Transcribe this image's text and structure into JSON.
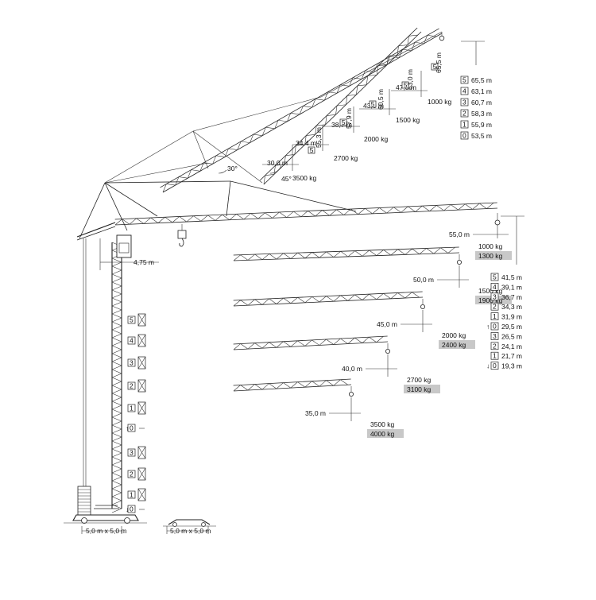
{
  "luffing": {
    "angle_30": "30°",
    "angle_45": "45°",
    "heights": [
      {
        "num": "5",
        "label": "65,5 m"
      },
      {
        "num": "4",
        "label": "63,1 m"
      },
      {
        "num": "3",
        "label": "60,7 m"
      },
      {
        "num": "2",
        "label": "58,3 m"
      },
      {
        "num": "1",
        "label": "55,9 m"
      },
      {
        "num": "0",
        "label": "53,5 m"
      }
    ],
    "hook_heights": [
      {
        "num": "5",
        "label": "65,5 m"
      },
      {
        "num": "5",
        "label": "63,0 m"
      },
      {
        "num": "5",
        "label": "60,5 m"
      },
      {
        "num": "5",
        "label": "57,9 m"
      },
      {
        "num": "5",
        "label": "55,3 m"
      }
    ],
    "radii": [
      {
        "label": "47,3 m",
        "load": "1000 kg"
      },
      {
        "label": "43,0 m",
        "load": "1500 kg"
      },
      {
        "label": "38,7 m",
        "load": "2000 kg"
      },
      {
        "label": "34,4 m",
        "load": "2700 kg"
      },
      {
        "label": "30,0 m",
        "load": "3500 kg"
      }
    ]
  },
  "horizontal": {
    "booms": [
      {
        "radius": "55,0 m",
        "load": "1000 kg",
        "load2": "1300 kg"
      },
      {
        "radius": "50,0 m",
        "load": "1500 kg",
        "load2": "1900 kg"
      },
      {
        "radius": "45,0 m",
        "load": "2000 kg",
        "load2": "2400 kg"
      },
      {
        "radius": "40,0 m",
        "load": "2700 kg",
        "load2": "3100 kg"
      },
      {
        "radius": "35,0 m",
        "load": "3500 kg",
        "load2": "4000 kg"
      }
    ],
    "heights": [
      {
        "num": "5",
        "label": "41,5 m",
        "marker": ""
      },
      {
        "num": "4",
        "label": "39,1 m",
        "marker": ""
      },
      {
        "num": "3",
        "label": "36,7 m",
        "marker": ""
      },
      {
        "num": "2",
        "label": "34,3 m",
        "marker": ""
      },
      {
        "num": "1",
        "label": "31,9 m",
        "marker": ""
      },
      {
        "num": "0",
        "label": "29,5 m",
        "marker": "↑"
      },
      {
        "num": "3",
        "label": "26,5 m",
        "marker": ""
      },
      {
        "num": "2",
        "label": "24,1 m",
        "marker": ""
      },
      {
        "num": "1",
        "label": "21,7 m",
        "marker": ""
      },
      {
        "num": "0",
        "label": "19,3 m",
        "marker": "↓"
      }
    ]
  },
  "tower": {
    "offset": "4,75 m",
    "sections": [
      "5",
      "4",
      "3",
      "2",
      "1",
      "0",
      "3",
      "2",
      "1",
      "0"
    ],
    "base_left": "5,0 m x 5,0 m",
    "base_right": "5,0 m x 5,0 m"
  }
}
